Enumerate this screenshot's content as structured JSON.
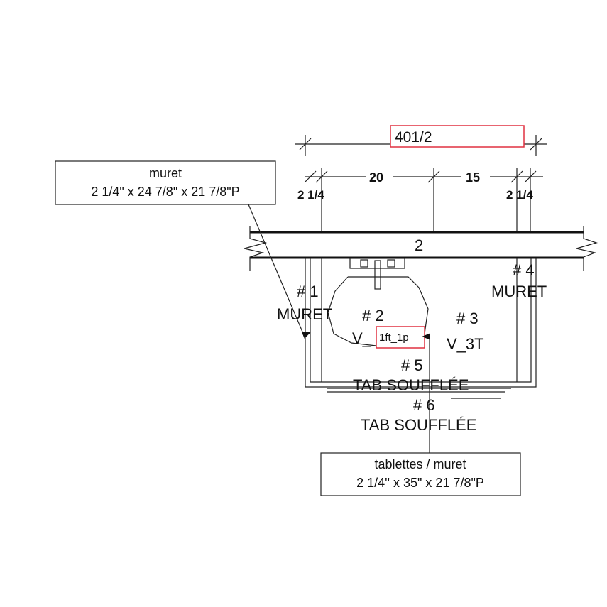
{
  "dimensions": {
    "overall": "401/2",
    "left_thickness": "2 1/4",
    "segment_a": "20",
    "segment_b": "15",
    "right_thickness": "2 1/4"
  },
  "countertop_label": "2",
  "parts": {
    "p1_num": "# 1",
    "p1_name": "MURET",
    "p2_num": "# 2",
    "p2_prefix": "V_",
    "p2_suffix": "1ft_1p",
    "p3_num": "# 3",
    "p3_name": "V_3T",
    "p4_num": "# 4",
    "p4_name": "MURET",
    "p5_num": "# 5",
    "p5_name": "TAB SOUFFLÉE",
    "p6_num": "# 6",
    "p6_name": "TAB SOUFFLÉE"
  },
  "callouts": {
    "muret_title": "muret",
    "muret_size": "2 1/4\" x 24 7/8\" x 21 7/8\"P",
    "tablettes_title": "tablettes / muret",
    "tablettes_size": "2 1/4'' x 35\" x 21 7/8\"P"
  },
  "colors": {
    "highlight": "#e03040"
  }
}
